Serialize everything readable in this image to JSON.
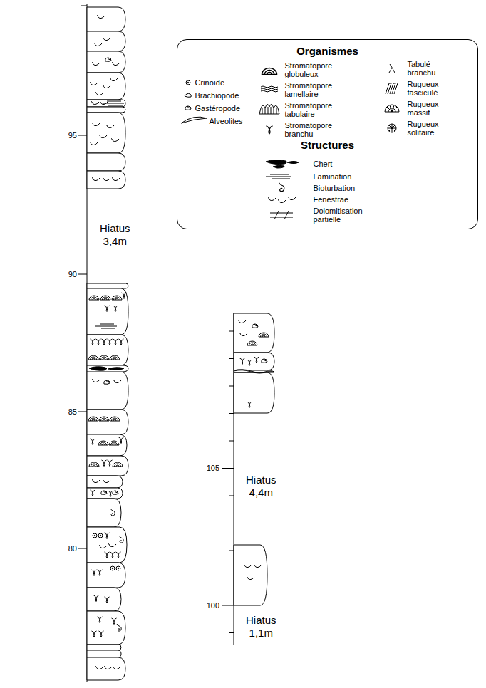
{
  "diagram": {
    "nodes": [
      {
        "text": [
          "Organismes",
          "Structures"
        ]
      }
    ],
    "labels": [
      "95",
      "Hiatus 3,4m",
      "90",
      "85",
      "80",
      "105",
      "Hiatus 4,4m",
      "100",
      "Hiatus 1,1m"
    ],
    "legend": [
      {
        "text": "Crinoïde"
      },
      {
        "text": "Brachiopode"
      },
      {
        "text": "Gastéropode"
      },
      {
        "text": "Alveolites"
      },
      {
        "text": "Stromatopore globuleux"
      },
      {
        "text": "Stromatopore lamellaire"
      },
      {
        "text": "Stromatopore tabulaire"
      },
      {
        "text": "Stromatopore branchu"
      },
      {
        "text": "Tabulé branchu"
      },
      {
        "text": "Rugueux fasciculé"
      },
      {
        "text": "Rugueux massif"
      },
      {
        "text": "Rugueux solitaire"
      },
      {
        "text": "Chert"
      },
      {
        "text": "Lamination"
      },
      {
        "text": "Bioturbation"
      },
      {
        "text": "Fenestrae"
      },
      {
        "text": "Dolomitisation partielle"
      }
    ]
  }
}
